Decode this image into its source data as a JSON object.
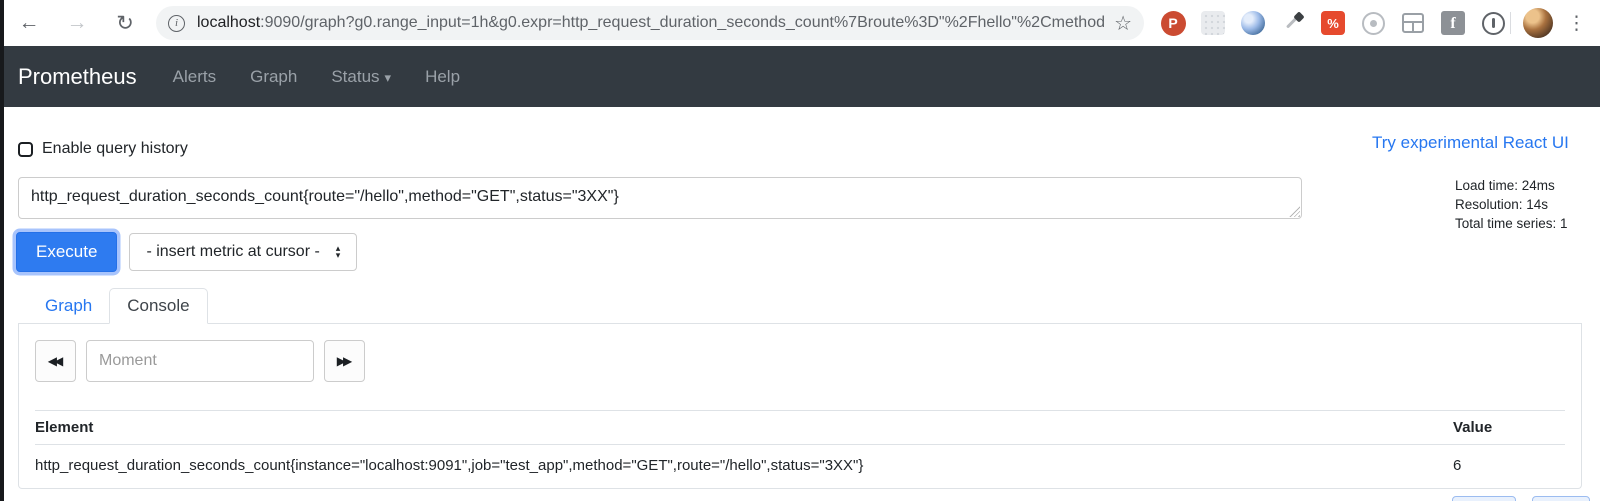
{
  "browser": {
    "back_icon": "←",
    "forward_icon": "→",
    "reload_icon": "↻",
    "info_icon": "i",
    "url_host": "localhost",
    "url_rest": ":9090/graph?g0.range_input=1h&g0.expr=http_request_duration_seconds_count%7Broute%3D\"%2Fhello\"%2Cmethod...",
    "star_icon": "☆",
    "menu_icon": "⋮",
    "extensions": {
      "p_badge": "P",
      "za_badge": "%",
      "fb_badge": "f"
    }
  },
  "navbar": {
    "brand": "Prometheus",
    "items": [
      {
        "label": "Alerts"
      },
      {
        "label": "Graph"
      },
      {
        "label": "Status",
        "caret": "▾"
      },
      {
        "label": "Help"
      }
    ]
  },
  "query_section": {
    "history_label": "Enable query history",
    "react_link": "Try experimental React UI",
    "expression": "http_request_duration_seconds_count{route=\"/hello\",method=\"GET\",status=\"3XX\"}",
    "stats": [
      "Load time: 24ms",
      "Resolution: 14s",
      "Total time series: 1"
    ],
    "execute_label": "Execute",
    "metric_select_value": "- insert metric at cursor -",
    "caret_up": "▴",
    "caret_down": "▾"
  },
  "tabs": [
    {
      "label": "Graph",
      "active": false
    },
    {
      "label": "Console",
      "active": true
    }
  ],
  "console": {
    "prev_icon": "◀◀",
    "next_icon": "▶▶",
    "moment_placeholder": "Moment",
    "table": {
      "headers": [
        "Element",
        "Value"
      ],
      "rows": [
        {
          "element": "http_request_duration_seconds_count{instance=\"localhost:9091\",job=\"test_app\",method=\"GET\",route=\"/hello\",status=\"3XX\"}",
          "value": "6"
        }
      ]
    }
  },
  "colors": {
    "accent": "#2777f0",
    "navbar_bg": "#333a41",
    "execute_bg": "#2e7bf0"
  }
}
